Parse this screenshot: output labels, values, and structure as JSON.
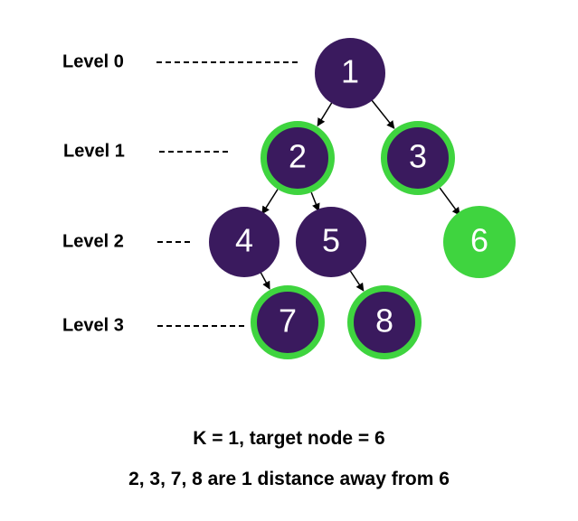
{
  "colors": {
    "node_fill": "#3a1a5e",
    "highlight": "#3fd43f",
    "target_fill": "#3fd43f",
    "edge": "#000000",
    "text_on_node": "#ffffff"
  },
  "levels": [
    {
      "id": 0,
      "label": "Level 0"
    },
    {
      "id": 1,
      "label": "Level 1"
    },
    {
      "id": 2,
      "label": "Level 2"
    },
    {
      "id": 3,
      "label": "Level 3"
    }
  ],
  "nodes": [
    {
      "id": "1",
      "label": "1",
      "level": 0,
      "status": "normal"
    },
    {
      "id": "2",
      "label": "2",
      "level": 1,
      "status": "answer"
    },
    {
      "id": "3",
      "label": "3",
      "level": 1,
      "status": "answer"
    },
    {
      "id": "4",
      "label": "4",
      "level": 2,
      "status": "normal"
    },
    {
      "id": "5",
      "label": "5",
      "level": 2,
      "status": "normal"
    },
    {
      "id": "6",
      "label": "6",
      "level": 2,
      "status": "target"
    },
    {
      "id": "7",
      "label": "7",
      "level": 3,
      "status": "answer"
    },
    {
      "id": "8",
      "label": "8",
      "level": 3,
      "status": "answer"
    }
  ],
  "edges": [
    {
      "from": "1",
      "to": "2"
    },
    {
      "from": "1",
      "to": "3"
    },
    {
      "from": "2",
      "to": "4"
    },
    {
      "from": "2",
      "to": "5"
    },
    {
      "from": "3",
      "to": "6"
    },
    {
      "from": "4",
      "to": "7"
    },
    {
      "from": "5",
      "to": "8"
    }
  ],
  "captions": {
    "line1": "K = 1, target node = 6",
    "line2": "2, 3, 7, 8 are 1 distance away from 6"
  }
}
